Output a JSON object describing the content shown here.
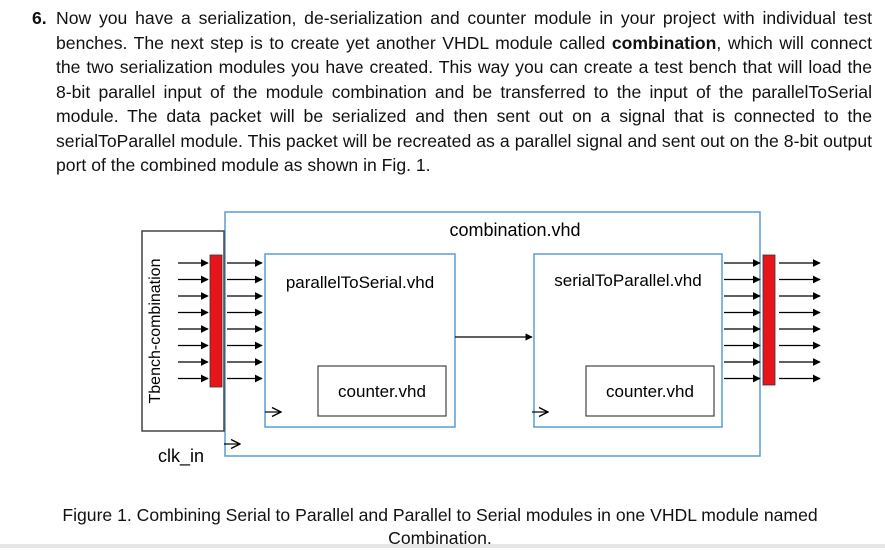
{
  "question": {
    "number": "6.",
    "text_1": "Now you have a serialization, de-serialization and counter module in your project with individual test benches. The next step is to create yet another VHDL module called ",
    "bold_word": "combination",
    "text_2": ", which will connect the two serialization modules you have created. This way you can create a test bench that will load the 8-bit parallel input of the module combination and be transferred to the input of the parallelToSerial module. The data packet will be serialized and then sent out on a signal that is connected to the serialToParallel module. This packet will be recreated as a parallel signal and sent out on the 8-bit output port of the combined module as shown in Fig. 1."
  },
  "figure": {
    "outer_label": "combination.vhd",
    "testbench_label": "Tbench-combination",
    "left_module": "parallelToSerial.vhd",
    "right_module": "serialToParallel.vhd",
    "counter_left": "counter.vhd",
    "counter_right": "counter.vhd",
    "clk_label": "clk_in",
    "colors": {
      "register": "#e8141c",
      "box_border": "#5b9bd5",
      "outline": "#444444"
    }
  },
  "caption": {
    "line_1": "Figure 1. Combining Serial to Parallel and Parallel to Serial modules in one VHDL module named",
    "line_2": "Combination."
  }
}
